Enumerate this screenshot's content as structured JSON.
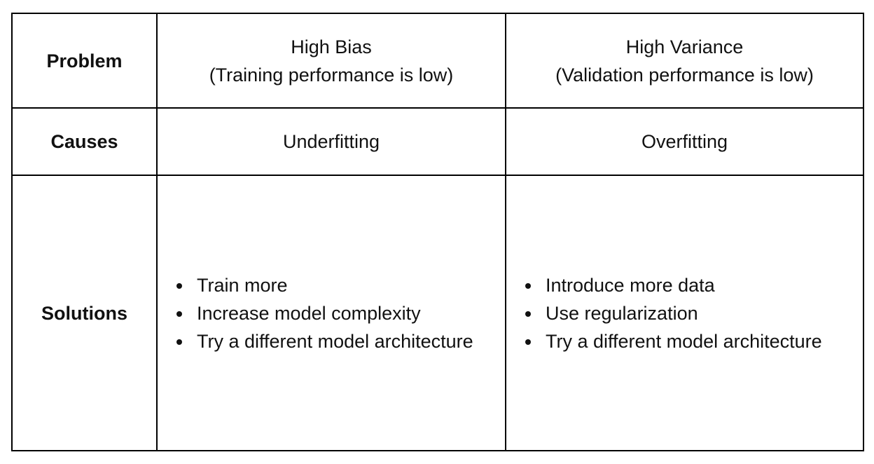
{
  "chart_data": {
    "type": "table",
    "row_headers": [
      "Problem",
      "Causes",
      "Solutions"
    ],
    "columns": [
      {
        "problem": "High Bias",
        "problem_note": "(Training performance is low)",
        "cause": "Underfitting",
        "solutions": [
          "Train more",
          "Increase model complexity",
          "Try a different model architecture"
        ]
      },
      {
        "problem": "High Variance",
        "problem_note": "(Validation performance is low)",
        "cause": "Overfitting",
        "solutions": [
          "Introduce more data",
          "Use regularization",
          "Try a different model architecture"
        ]
      }
    ]
  },
  "colors": {
    "border": "#000000",
    "background": "#ffffff",
    "text": "#111111"
  }
}
